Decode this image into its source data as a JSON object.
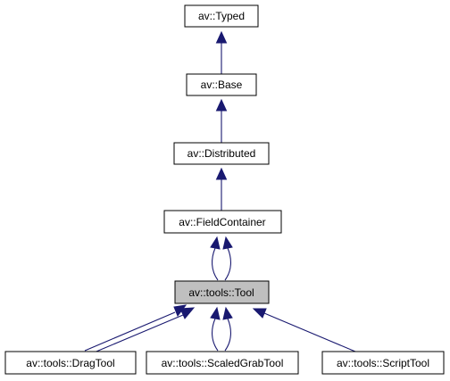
{
  "colors": {
    "edge": "#191970",
    "node_fill": "#ffffff",
    "node_border": "#000000",
    "highlight_fill": "#bfbfbf"
  },
  "nodes": {
    "typed": {
      "label": "av::Typed"
    },
    "base": {
      "label": "av::Base"
    },
    "distributed": {
      "label": "av::Distributed"
    },
    "fieldcontainer": {
      "label": "av::FieldContainer"
    },
    "tool": {
      "label": "av::tools::Tool",
      "highlighted": true
    },
    "dragtool": {
      "label": "av::tools::DragTool"
    },
    "scaledgrabtool": {
      "label": "av::tools::ScaledGrabTool"
    },
    "scripttool": {
      "label": "av::tools::ScriptTool"
    }
  },
  "edges": [
    {
      "from": "base",
      "to": "typed"
    },
    {
      "from": "distributed",
      "to": "base"
    },
    {
      "from": "fieldcontainer",
      "to": "distributed"
    },
    {
      "from": "tool",
      "to": "fieldcontainer",
      "double": true
    },
    {
      "from": "dragtool",
      "to": "tool",
      "double": true
    },
    {
      "from": "scaledgrabtool",
      "to": "tool",
      "double": true
    },
    {
      "from": "scripttool",
      "to": "tool"
    }
  ]
}
